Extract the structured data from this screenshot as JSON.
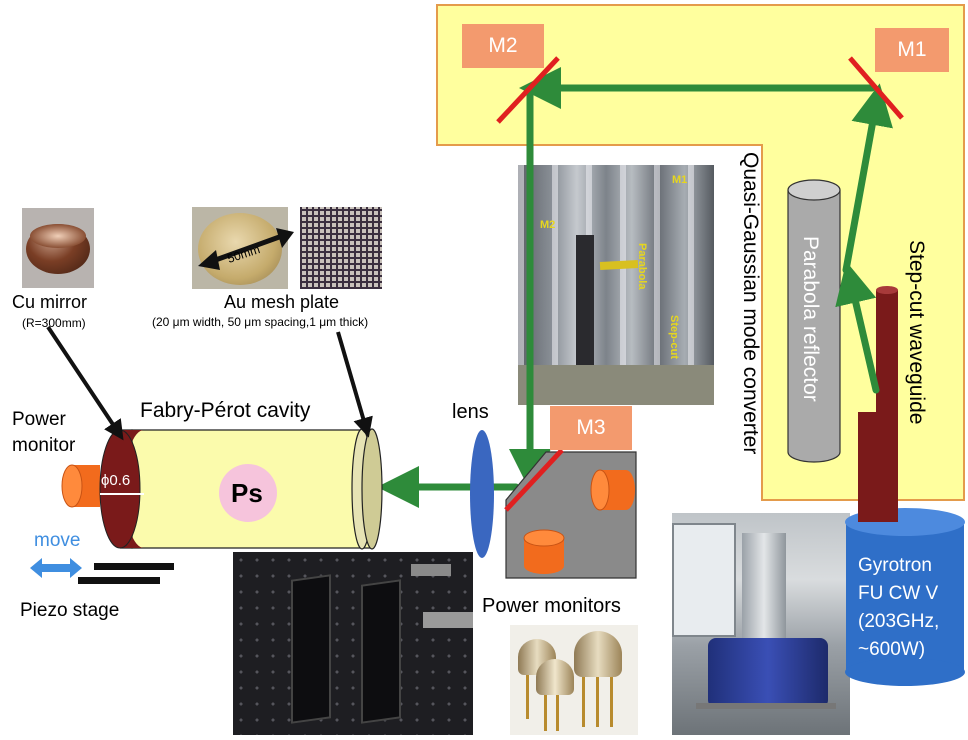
{
  "colors": {
    "beam": "#2e8b3a",
    "mirror": "#e02020",
    "box_fill": "#ffff9e",
    "box_stroke": "#e49b4b",
    "tag": "#f39a6e",
    "cavity_fill": "#fbfbac",
    "cavity_ring": "#7a1a1a",
    "lens": "#3a67c0",
    "power_monitor": "#f26b1d",
    "ps_fill": "#f6c4dc",
    "gyrotron": "#2f6fc8",
    "move_arrow": "#3f8ee0"
  },
  "mirrors": {
    "m1": "M1",
    "m2": "M2",
    "m3": "M3"
  },
  "converter": {
    "title": "Quasi-Gaussian mode converter",
    "parabola": "Parabola reflector",
    "waveguide": "Step-cut waveguide",
    "photo_m1": "M1",
    "photo_m2": "M2",
    "photo_parabola": "Parabola",
    "photo_stepcut": "Step-cut"
  },
  "cu_mirror": {
    "label": "Cu mirror",
    "sub": "(R=300mm)"
  },
  "au_mesh": {
    "label": "Au mesh plate",
    "sub": "(20 μm width, 50 μm spacing,1 μm thick)",
    "dim": "50mm"
  },
  "cavity": {
    "title": "Fabry-Pérot cavity",
    "aperture": "ϕ0.6",
    "ps": "Ps"
  },
  "power_monitor": {
    "line1": "Power",
    "line2": "monitor"
  },
  "move": "move",
  "piezo": "Piezo stage",
  "lens": "lens",
  "power_monitors": "Power monitors",
  "gyrotron": {
    "line1": "Gyrotron",
    "line2": "FU CW V",
    "line3": "(203GHz,",
    "line4": "~600W)"
  }
}
